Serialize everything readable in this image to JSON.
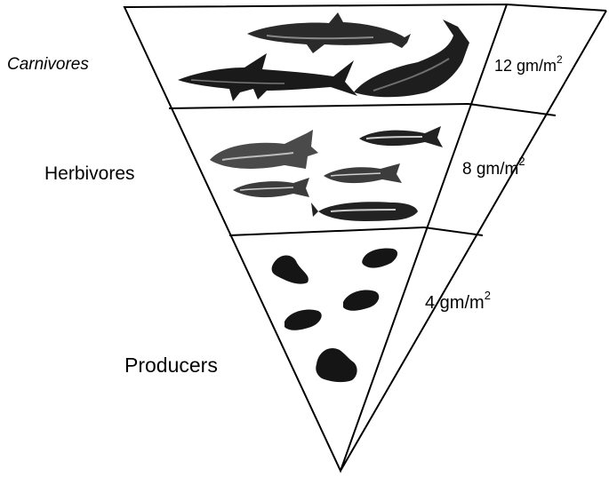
{
  "trophic_levels": [
    {
      "name": "Carnivores",
      "biomass": "12 gm/m",
      "exponent": "2"
    },
    {
      "name": "Herbivores",
      "biomass": "8 gm/m",
      "exponent": "2"
    },
    {
      "name": "Producers",
      "biomass": "4 gm/m",
      "exponent": "2"
    }
  ],
  "colors": {
    "line": "#000000",
    "organism": "#1a1a1a",
    "organism_light": "#6f6f6f",
    "background": "#ffffff"
  },
  "icons": [
    "dolphin-icon",
    "shark-icon",
    "large-fish-icon",
    "herbivore-fish-icon",
    "phytoplankton-icon"
  ]
}
